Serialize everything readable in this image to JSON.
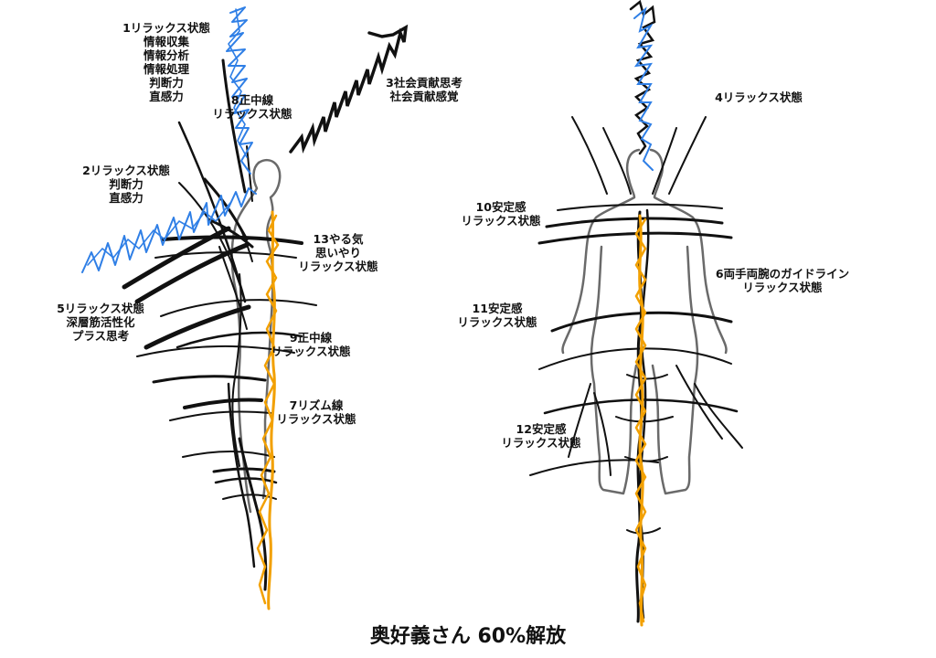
{
  "colors": {
    "ink": "#111111",
    "blue": "#2f7fe6",
    "orange": "#f2a000",
    "silhouette": "#6a6a6a",
    "background": "#ffffff"
  },
  "labels": {
    "l1": [
      "1リラックス状態",
      "情報収集",
      "情報分析",
      "情報処理",
      "判断力",
      "直感力"
    ],
    "l8": [
      "8正中線",
      "リラックス状態"
    ],
    "l3": [
      "3社会貢献思考",
      "社会貢献感覚"
    ],
    "l2": [
      "2リラックス状態",
      "判断力",
      "直感力"
    ],
    "l13": [
      "13やる気",
      "思いやり",
      "リラックス状態"
    ],
    "l5": [
      "5リラックス状態",
      "深層筋活性化",
      "プラス思考"
    ],
    "l9": [
      "9正中線",
      "リラックス状態"
    ],
    "l7": [
      "7リズム線",
      "リラックス状態"
    ],
    "l4": [
      "4リラックス状態"
    ],
    "l10": [
      "10安定感",
      "リラックス状態"
    ],
    "l6": [
      "6両手両腕のガイドライン",
      "リラックス状態"
    ],
    "l11": [
      "11安定感",
      "リラックス状態"
    ],
    "l12": [
      "12安定感",
      "リラックス状態"
    ]
  },
  "caption": "奥好義さん 60%解放"
}
